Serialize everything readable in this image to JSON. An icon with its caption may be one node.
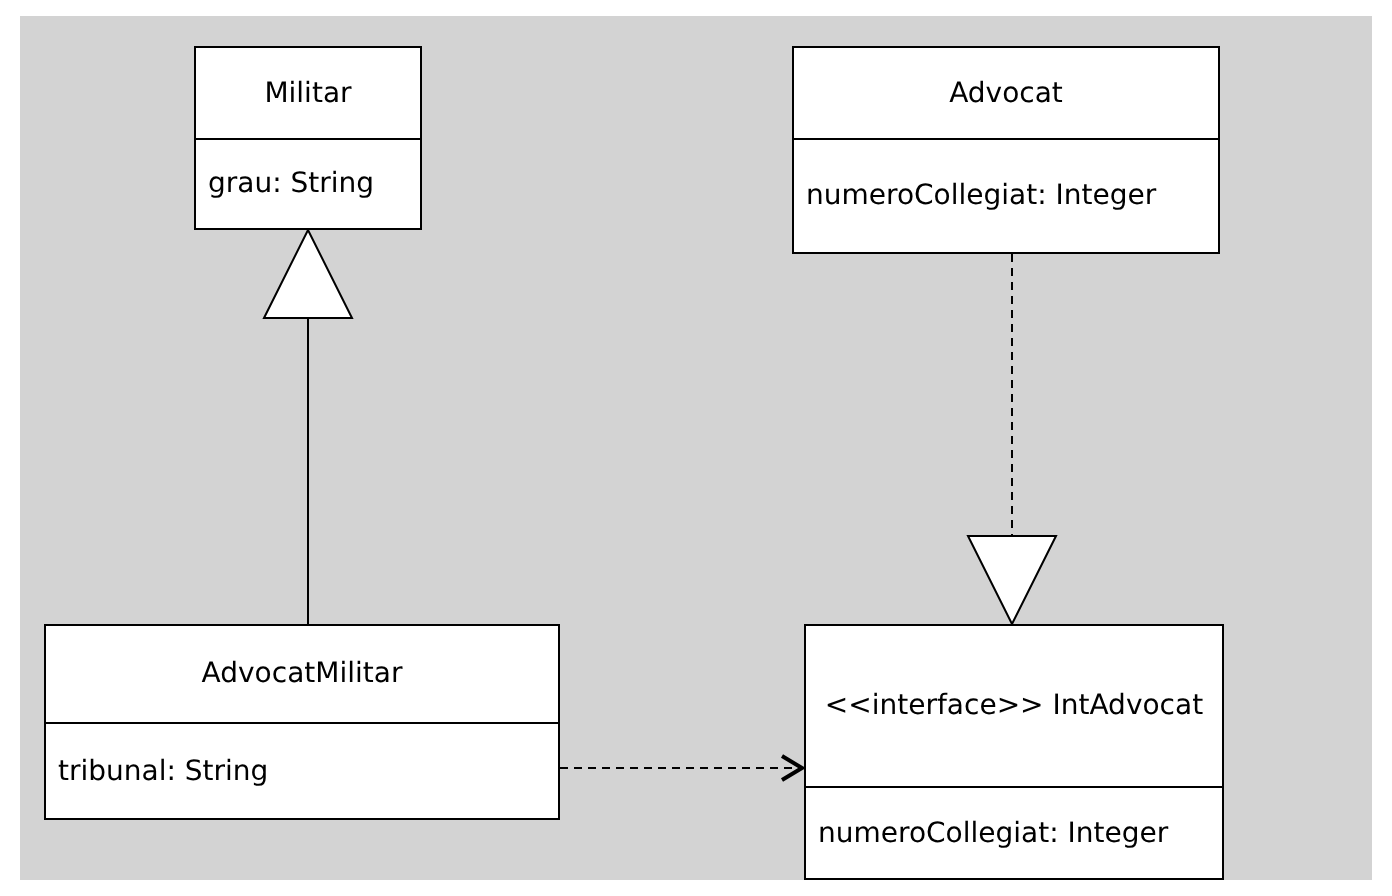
{
  "diagram": {
    "nodes": [
      {
        "text": [
          "Militar",
          "grau: String"
        ]
      },
      {
        "text": [
          "Advocat",
          "numeroCollegiat: Integer"
        ]
      },
      {
        "text": [
          "AdvocatMilitar",
          "tribunal: String"
        ]
      },
      {
        "text": [
          "<<interface>> IntAdvocat",
          "numeroCollegiat: Integer"
        ]
      }
    ],
    "edges": [
      {
        "from": 2,
        "to": 0,
        "arrow": "to"
      },
      {
        "from": 1,
        "to": 3,
        "arrow": "to",
        "style": "dashed"
      },
      {
        "from": 2,
        "to": 3,
        "arrow": "to",
        "style": "dashed"
      }
    ]
  }
}
